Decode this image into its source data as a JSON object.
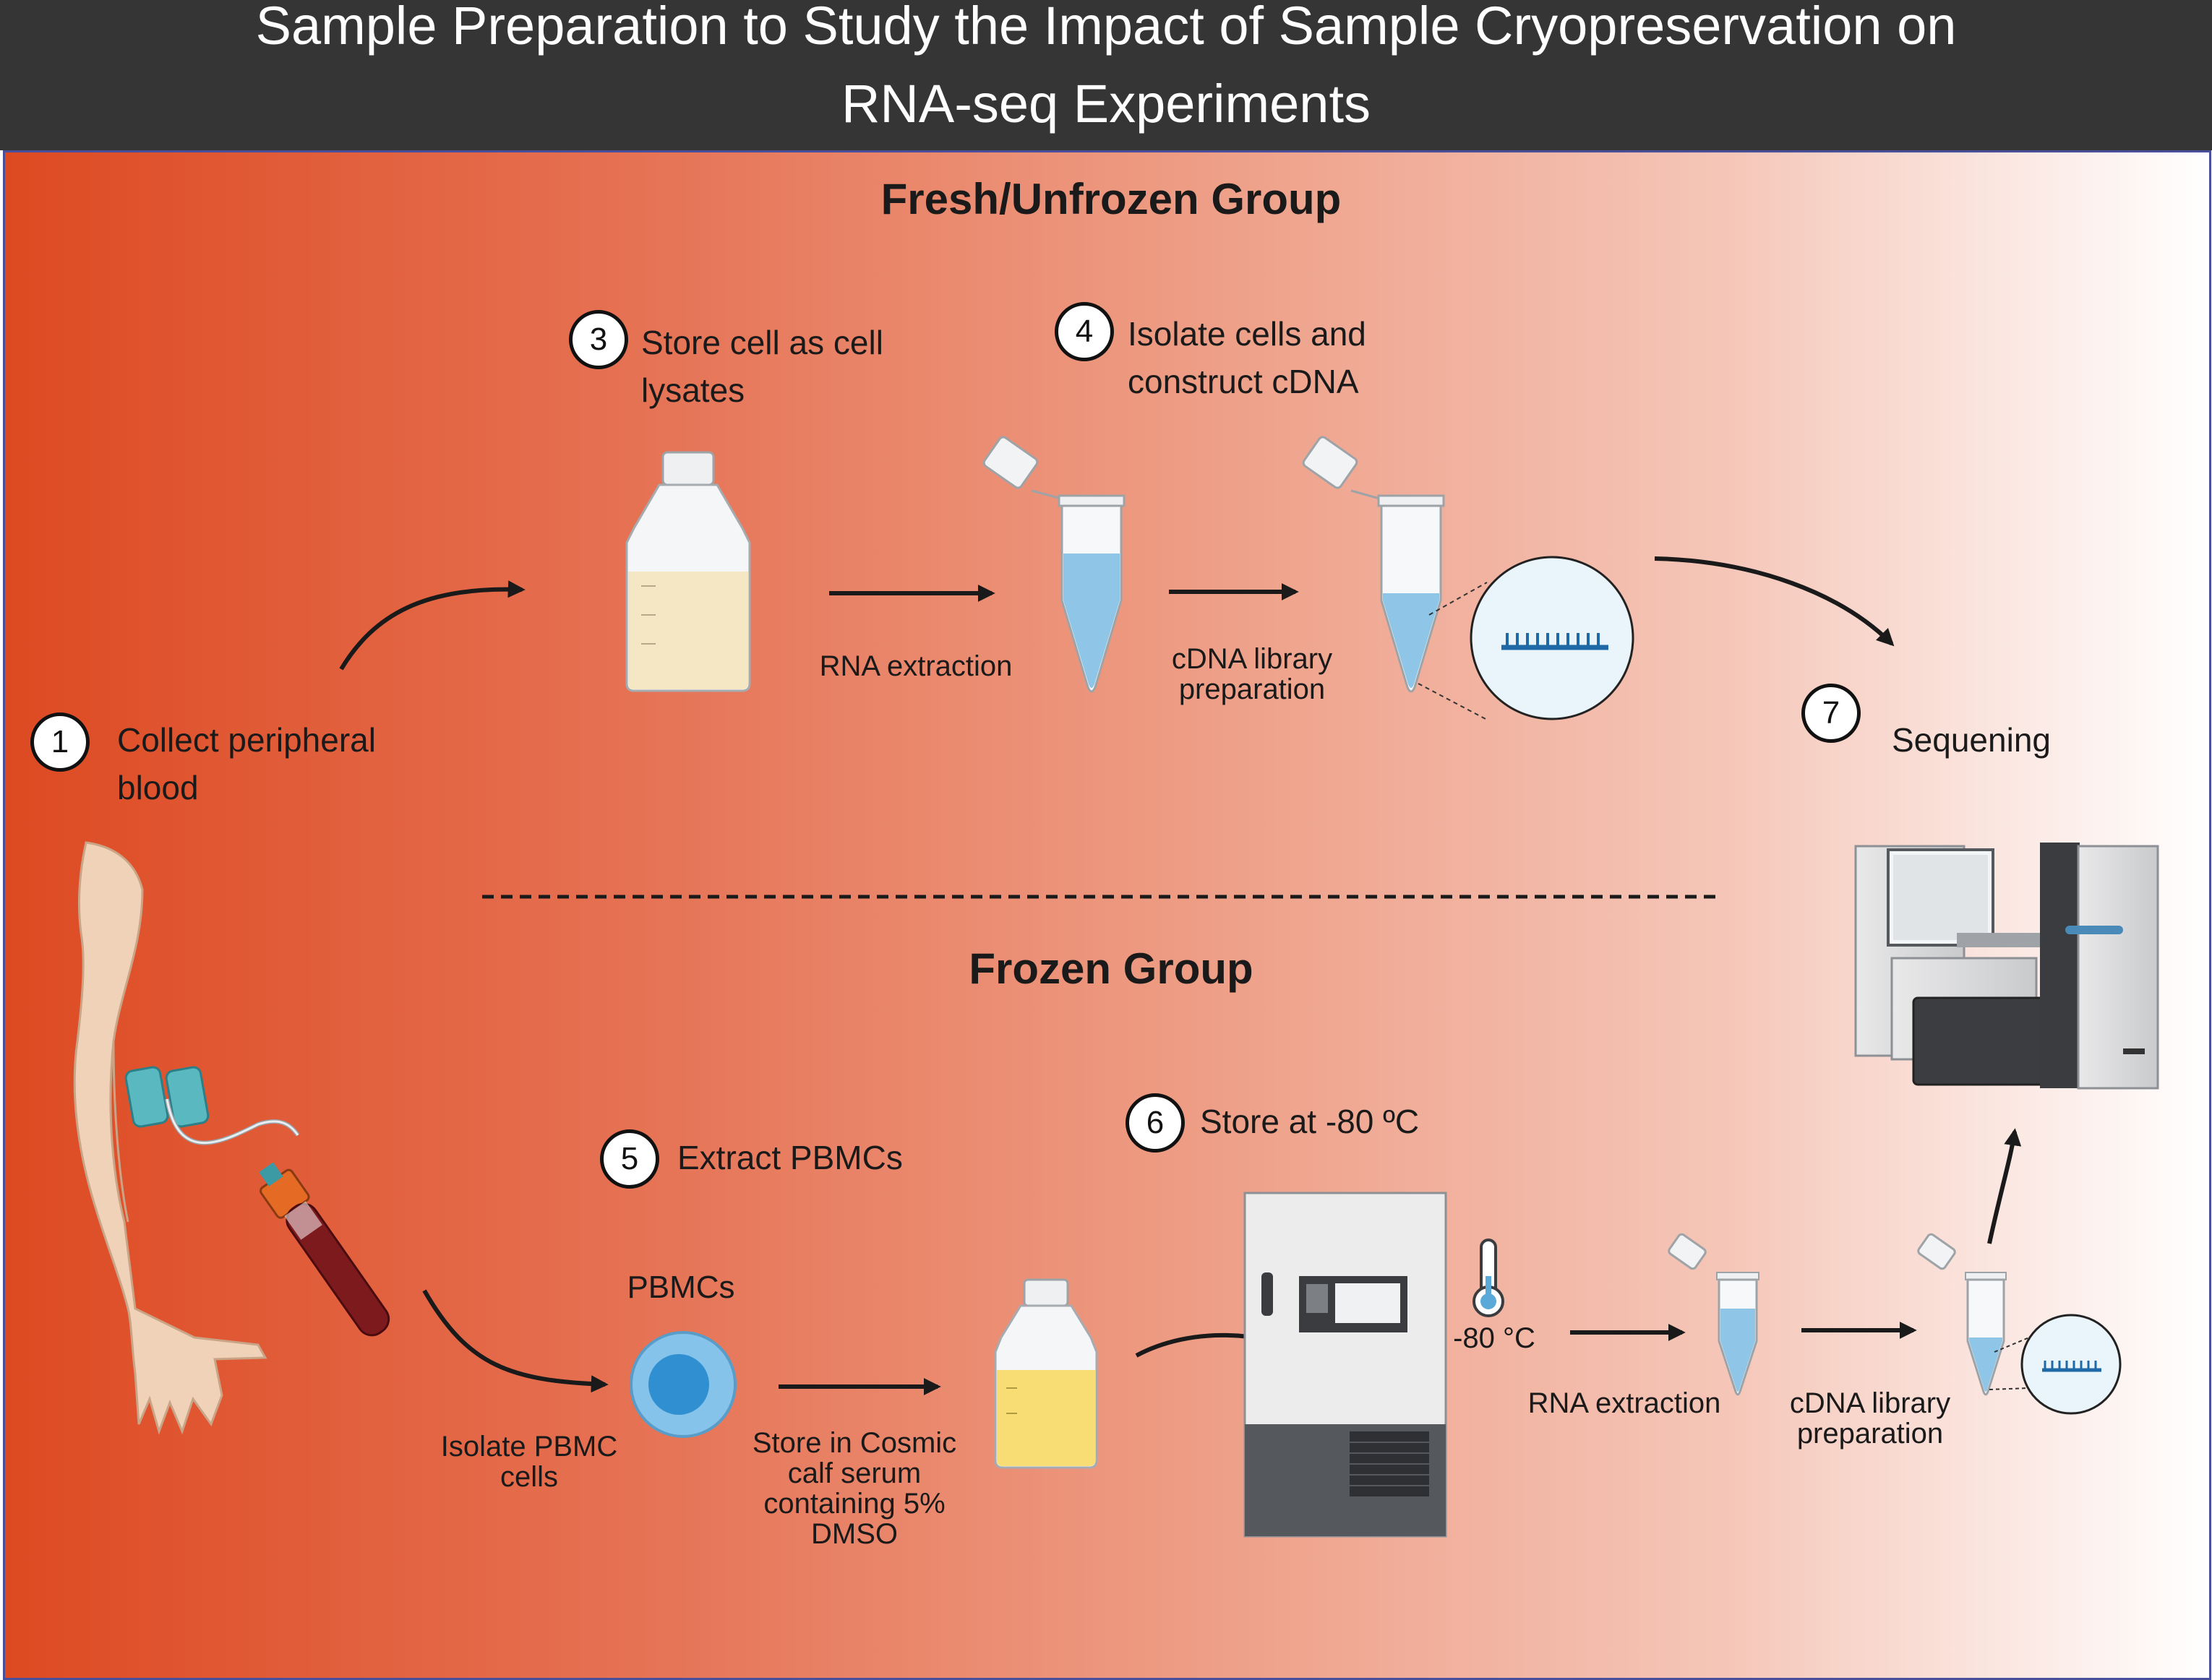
{
  "title": {
    "line1": "Sample Preparation to Study  the Impact of  Sample Cryopreservation on",
    "line2": "RNA-seq Experiments"
  },
  "groups": {
    "fresh": "Fresh/Unfrozen Group",
    "frozen": "Frozen  Group"
  },
  "steps": [
    {
      "number": "1",
      "label": "Collect peripheral blood"
    },
    {
      "number": "3",
      "label": "Store cell as cell lysates"
    },
    {
      "number": "4",
      "label": "Isolate cells and construct cDNA"
    },
    {
      "number": "5",
      "label": "Extract PBMCs"
    },
    {
      "number": "6",
      "label": "Store at -80 ºC"
    },
    {
      "number": "7",
      "label": "Sequening"
    }
  ],
  "labels": {
    "fresh_rna_extraction": "RNA extraction",
    "fresh_cdna_prep": "cDNA library preparation",
    "isolate_pbmc": "Isolate PBMC cells",
    "pbmcs": "PBMCs",
    "store_serum": "Store in Cosmic calf serum containing 5% DMSO",
    "temperature": "-80 °C",
    "frozen_rna_extraction": "RNA extraction",
    "frozen_cdna_prep": "cDNA library preparation"
  },
  "colors": {
    "title_bar": "#353535",
    "gradient_start": "#dd4a22",
    "gradient_end": "#ffffff",
    "tube_liquid": "#8fc6e8",
    "bottle_liquid": "#f6e7c4",
    "serum_liquid": "#f7dd74",
    "pbmc_cell": "#2f8fd0"
  }
}
